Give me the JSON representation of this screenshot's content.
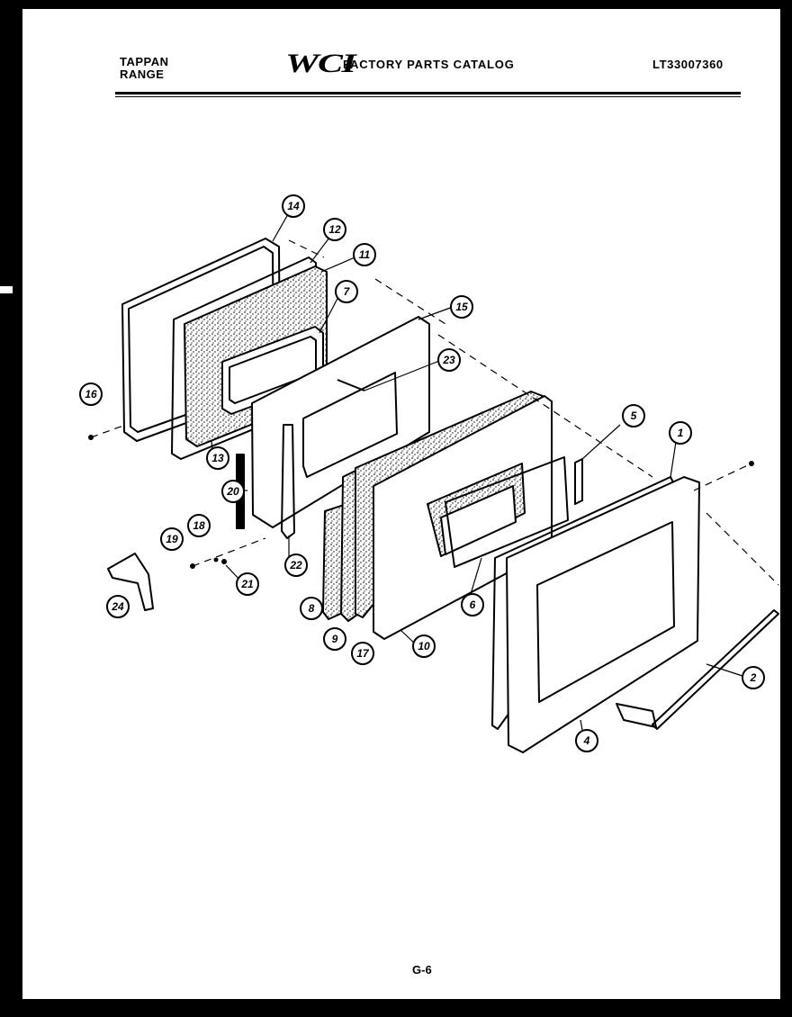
{
  "header": {
    "brand_line1": "TAPPAN",
    "brand_line2": "RANGE",
    "logo": "WCI",
    "catalog_title": "FACTORY PARTS CATALOG",
    "model_number": "LT33007360"
  },
  "footer": {
    "page_number": "G-6"
  },
  "callouts": [
    "14",
    "12",
    "11",
    "7",
    "15",
    "23",
    "16",
    "13",
    "20",
    "18",
    "19",
    "24",
    "21",
    "22",
    "8",
    "9",
    "17",
    "10",
    "6",
    "5",
    "1",
    "2",
    "4"
  ]
}
